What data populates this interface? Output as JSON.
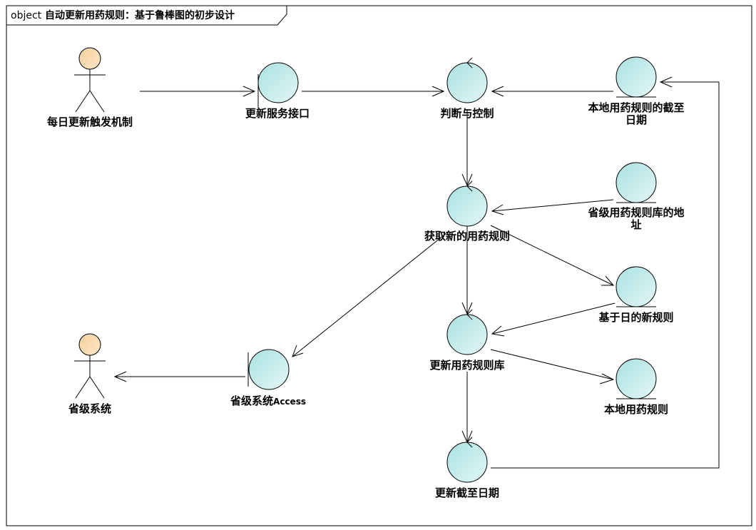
{
  "frame": {
    "keyword": "object",
    "title": "自动更新用药规则：基于鲁棒图的初步设计"
  },
  "actors": {
    "daily_trigger": "每日更新触发机制",
    "provincial_system": "省级系统"
  },
  "boundaries": {
    "update_service": "更新服务接口",
    "provincial_access_main": "省级系统",
    "provincial_access_suffix": "Access"
  },
  "controls": {
    "judge_control": "判断与控制",
    "fetch_rules": "获取新的用药规则",
    "update_rule_db": "更新用药规则库",
    "update_deadline": "更新截至日期"
  },
  "entities": {
    "local_deadline": "本地用药规则的截至日期",
    "provincial_address": "省级用药规则库的地址",
    "date_rules": "基于日的新规则",
    "local_rules": "本地用药规则"
  },
  "colors": {
    "actor_fill": "#f9d9aa",
    "object_fill": "#bfe8e8",
    "stroke": "#000000"
  }
}
